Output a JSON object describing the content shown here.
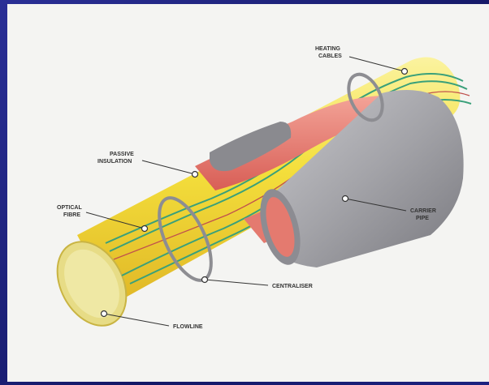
{
  "labels": {
    "heating_cables_1": "HEATING",
    "heating_cables_2": "CABLES",
    "passive_insulation_1": "PASSIVE",
    "passive_insulation_2": "INSULATION",
    "optical_fibre_1": "OPTICAL",
    "optical_fibre_2": "FIBRE",
    "carrier_pipe_1": "CARRIER",
    "carrier_pipe_2": "PIPE",
    "centraliser": "CENTRALISER",
    "flowline": "FLOWLINE"
  },
  "colors": {
    "background": "#1a1f7a",
    "panel": "#f4f4f2",
    "flowline": "#f2e14a",
    "insulation": "#e8736a",
    "carrier_pipe": "#a9a9ad",
    "heating_cable": "#3aa07a",
    "optical_fibre": "#c0504d"
  }
}
